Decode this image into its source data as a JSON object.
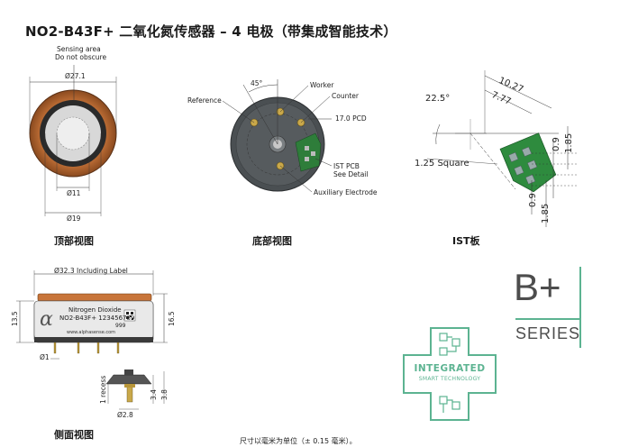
{
  "title": "NO2-B43F+ 二氧化氮传感器 – 4 电极（带集成智能技术）",
  "top_view": {
    "sensing_area_line1": "Sensing area",
    "sensing_area_line2": "Do not obscure",
    "dim_outer": "Ø27.1",
    "dim_inner": "Ø11",
    "dim_mid": "Ø19",
    "caption": "顶部视图"
  },
  "bottom_view": {
    "angle": "45°",
    "worker": "Worker",
    "counter": "Counter",
    "reference": "Reference",
    "pcd": "17.0 PCD",
    "ist_pcb": "IST PCB",
    "see_detail": "See Detail",
    "auxiliary": "Auxiliary Electrode",
    "caption": "底部视图"
  },
  "ist_board": {
    "dim_a": "10.27",
    "dim_b": "7.77",
    "angle": "22.5°",
    "square": "1.25 Square",
    "dim_c": "0.9",
    "dim_d": "1.85",
    "dim_e": "0.9",
    "dim_f": "1.85",
    "caption": "IST板"
  },
  "side_view": {
    "dim_width": "Ø32.3 Including Label",
    "dim_left": "13.5",
    "dim_right": "16.5",
    "dim_pin": "Ø1",
    "label_line1": "Nitrogen Dioxide",
    "label_line2": "NO2-B43F+ 123456789",
    "label_line3": "999",
    "label_url": "www.alphasense.com",
    "logo_letter": "α",
    "dim_recess": "1 recess",
    "dim_34": "3.4",
    "dim_38": "3.8",
    "dim_28": "Ø2.8",
    "caption": "侧面视图"
  },
  "logo": {
    "brand": "B+",
    "series": "SERIES",
    "integrated": "INTEGRATED",
    "smart": "SMART TECHNOLOGY",
    "brand_color": "#4d4d4d",
    "accent_color": "#5cb391"
  },
  "footer": "尺寸以毫米为单位（± 0.15 毫米）。"
}
